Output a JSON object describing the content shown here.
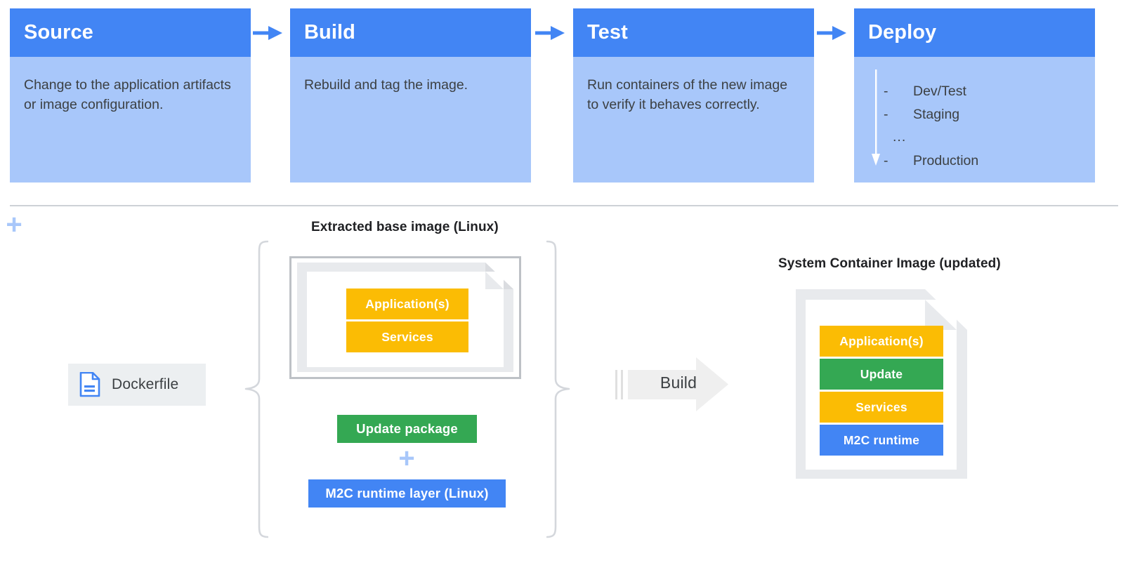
{
  "palette": {
    "header_blue": "#4285f4",
    "body_blue": "#a8c7fa",
    "orange": "#fbbc04",
    "green": "#34a853",
    "blue": "#4285f4",
    "grey_doc": "#e8eaed",
    "grey_border": "#bdc1c6",
    "text": "#3c4043"
  },
  "pipeline": {
    "stages": [
      {
        "title": "Source",
        "desc": "Change to the application artifacts or image configuration."
      },
      {
        "title": "Build",
        "desc": "Rebuild and tag the image."
      },
      {
        "title": "Test",
        "desc": "Run containers of the new image to verify it behaves correctly."
      },
      {
        "title": "Deploy",
        "desc": ""
      }
    ],
    "deploy_environments": [
      {
        "dash": "-",
        "name": "Dev/Test"
      },
      {
        "dash": "-",
        "name": "Staging"
      }
    ],
    "deploy_ellipsis": "...",
    "deploy_final": {
      "dash": "-",
      "name": "Production"
    }
  },
  "builder": {
    "dockerfile_label": "Dockerfile",
    "base_caption": "Extracted base image (Linux)",
    "base_layers": [
      {
        "label": "Application(s)",
        "color": "orange"
      },
      {
        "label": "Services",
        "color": "orange"
      }
    ],
    "plus_symbol": "+",
    "addons": [
      {
        "label": "Update package",
        "color": "green"
      },
      {
        "label": "M2C runtime layer (Linux)",
        "color": "blue"
      }
    ],
    "build_label": "Build",
    "result_caption": "System Container Image (updated)",
    "result_layers": [
      {
        "label": "Application(s)",
        "color": "orange"
      },
      {
        "label": "Update",
        "color": "green"
      },
      {
        "label": "Services",
        "color": "orange"
      },
      {
        "label": "M2C runtime",
        "color": "blue"
      }
    ]
  }
}
